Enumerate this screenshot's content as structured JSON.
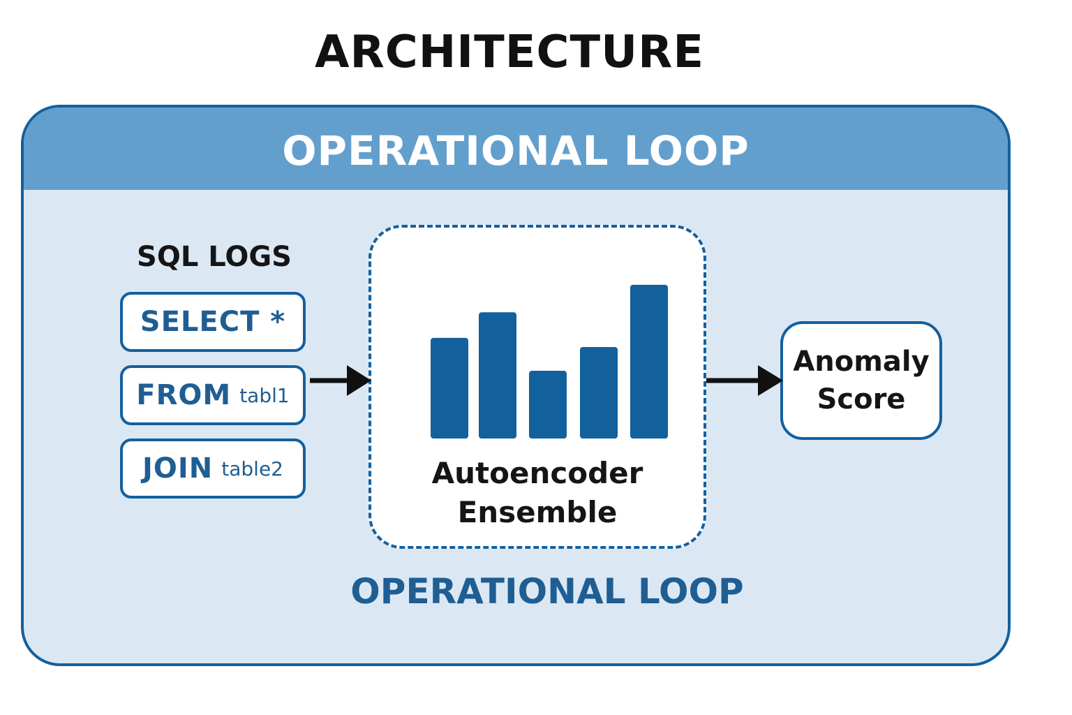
{
  "title": "ARCHITECTURE",
  "loop_header": "OPERATIONAL LOOP",
  "sql_logs": {
    "title": "SQL LOGS",
    "items": [
      {
        "keyword": "SELECT *",
        "arg": ""
      },
      {
        "keyword": "FROM",
        "arg": "tabl1"
      },
      {
        "keyword": "JOIN",
        "arg": "table2"
      }
    ]
  },
  "model": {
    "line1": "Autoencoder",
    "line2": "Ensemble",
    "bar_heights": [
      0.55,
      0.69,
      0.37,
      0.5,
      0.84
    ]
  },
  "output": {
    "line1": "Anomaly",
    "line2": "Score"
  },
  "footer_label": "OPERATIONAL LOOP",
  "colors": {
    "primary": "#14609e",
    "header": "#639fcd",
    "panel": "#dbe8f4",
    "bar": "#12609c",
    "arrow": "#111111"
  }
}
